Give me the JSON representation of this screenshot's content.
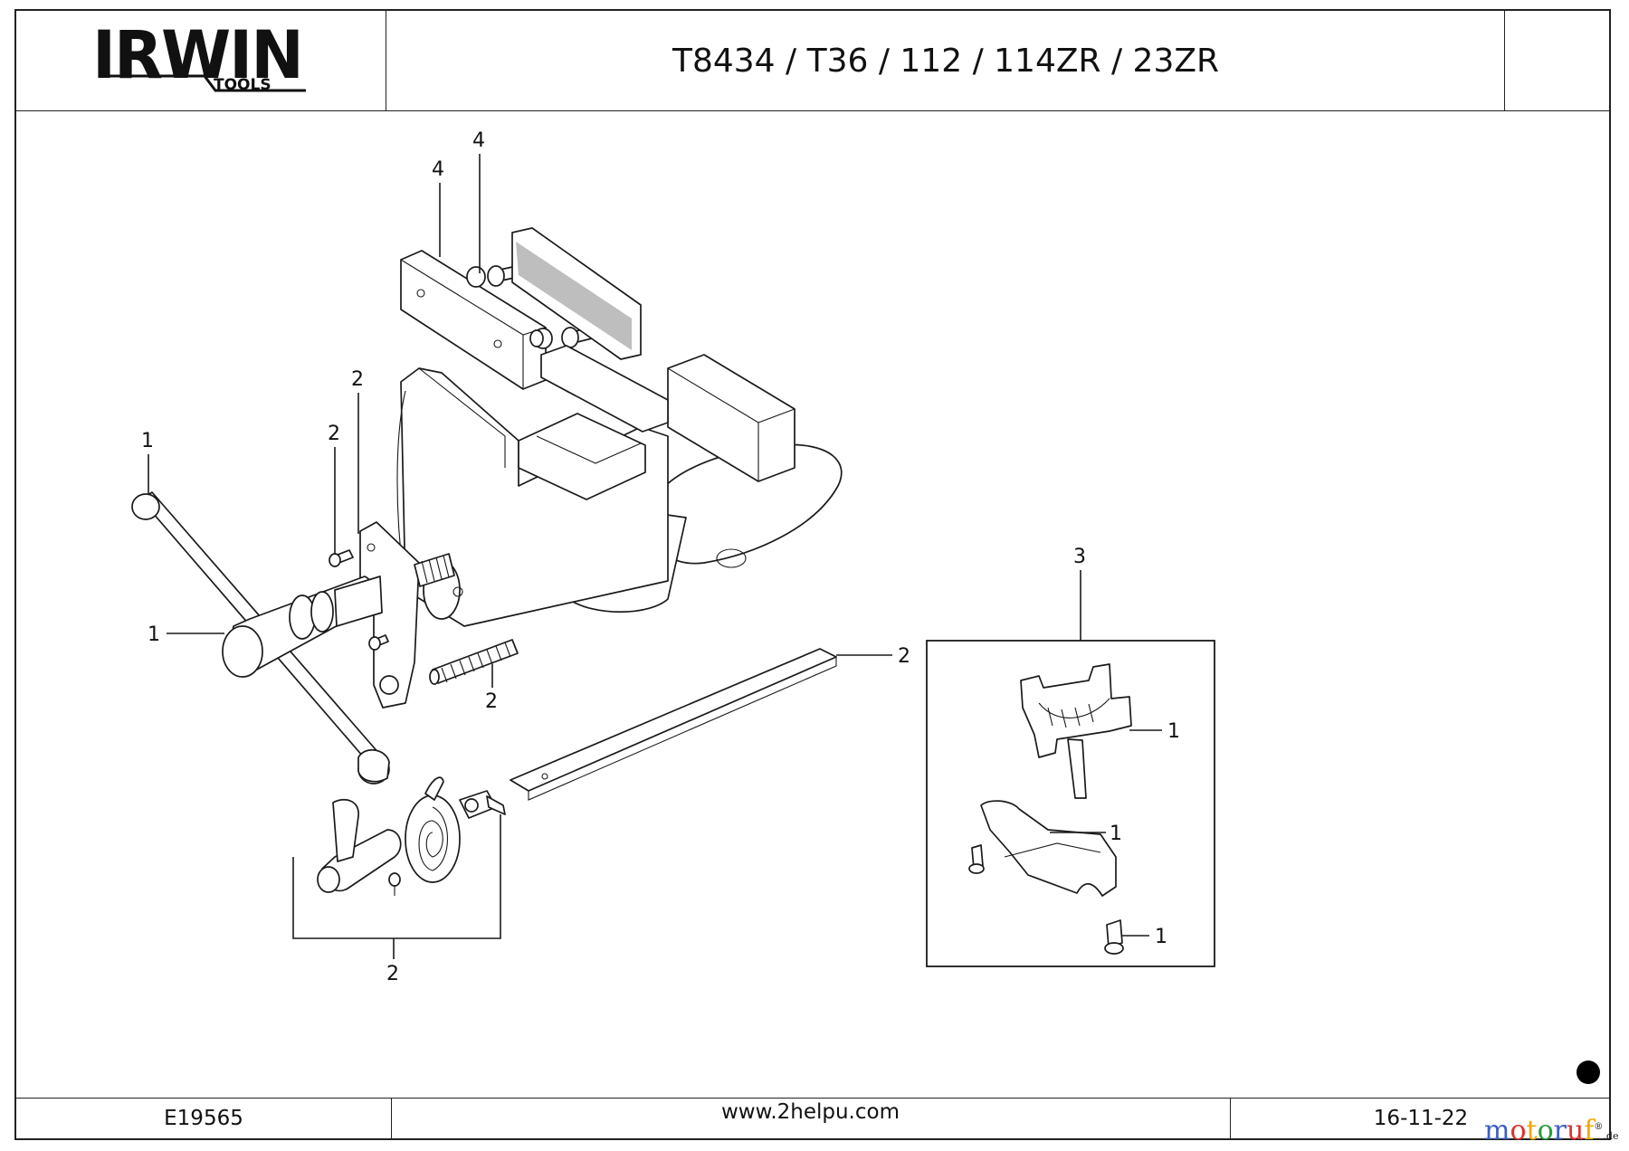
{
  "header": {
    "brand_main": "IRWIN",
    "brand_sub": "TOOLS",
    "title": "T8434 / T36 / 112 / 114ZR / 23ZR"
  },
  "callouts": {
    "jaw_plate_left": "4",
    "jaw_plate_screw": "4",
    "nut_plate": "2",
    "nut_screw": "2",
    "handle_knob": "1",
    "spindle": "1",
    "spring": "2",
    "slide_bar": "2",
    "lock_assembly": "2",
    "kit": "3",
    "kit_clamp": "1",
    "kit_bracket": "1",
    "kit_bolt": "1"
  },
  "footer": {
    "doc_id": "E19565",
    "url": "www.2helpu.com",
    "date": "16-11-22"
  },
  "watermark": {
    "letters": [
      "m",
      "o",
      "t",
      "o",
      "r",
      "u",
      "f"
    ],
    "letter_colors": [
      "#3b5fc4",
      "#e0322b",
      "#f0a800",
      "#2a9d3c",
      "#3b5fc4",
      "#e0322b",
      "#f0a800"
    ],
    "suffix": ".de",
    "mark": "®"
  }
}
